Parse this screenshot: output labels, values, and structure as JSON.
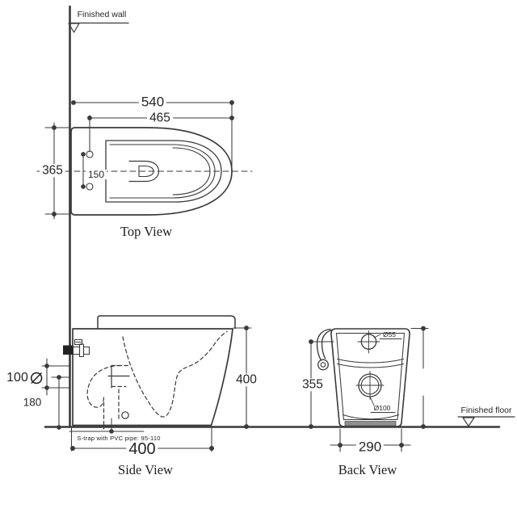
{
  "wall": {
    "label": "Finished wall"
  },
  "floor": {
    "label": "Finished floor"
  },
  "top_view": {
    "title": "Top View",
    "dim_overall_depth": "540",
    "dim_seat_depth": "465",
    "dim_overall_width": "365",
    "dim_fixing_hole_spacing": "150"
  },
  "side_view": {
    "title": "Side View",
    "dim_height": "400",
    "dim_depth": "400",
    "dim_inlet_diameter": "100",
    "dim_inlet_height": "180",
    "trap_note": "S-trap with PVC pipe: 95-110"
  },
  "back_view": {
    "title": "Back View",
    "dim_inlet_height": "355",
    "dim_base_width": "290",
    "inlet_hole_label": "Ø55",
    "outlet_hole_label": "Ø100"
  },
  "colors": {
    "line": "#3a3a3a",
    "text": "#262626",
    "background": "#ffffff"
  }
}
